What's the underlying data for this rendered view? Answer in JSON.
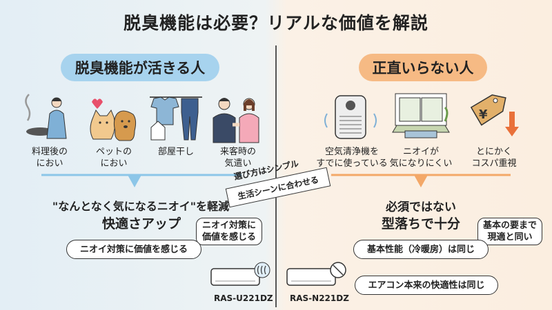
{
  "title": "脱臭機能は必要？リアルな価値を解説",
  "left": {
    "heading": "脱臭機能が活きる人",
    "items": [
      {
        "line1": "料理後の",
        "line2": "におい",
        "icon": "cooking-icon"
      },
      {
        "line1": "ペットの",
        "line2": "におい",
        "icon": "pets-icon"
      },
      {
        "line1": "部屋干し",
        "line2": "",
        "icon": "laundry-icon"
      },
      {
        "line1": "来客時の",
        "line2": "気遣い",
        "icon": "guests-icon"
      }
    ],
    "main_line1": "\"なんとなく気になるニオイ\"を軽減",
    "main_line2": "快適さアップ",
    "bubble_a_1": "ニオイ対策に",
    "bubble_a_2": "価値を感じる",
    "bubble_b": "ニオイ対策に価値を感じる",
    "model": "RAS-U221DZ"
  },
  "center": {
    "ribbon_top": "選び方はシンプル",
    "ribbon_main": "生活シーンに合わせる"
  },
  "right": {
    "heading": "正直いらない人",
    "items": [
      {
        "line1": "空気清浄機を",
        "line2": "すでに使っている",
        "icon": "air-purifier-icon"
      },
      {
        "line1": "ニオイが",
        "line2": "気になりにくい",
        "icon": "room-icon"
      },
      {
        "line1": "とにかく",
        "line2": "コスパ重視",
        "icon": "price-tag-icon"
      }
    ],
    "main_line1": "必須ではない",
    "main_line2": "型落ちで十分",
    "bubble_a_1": "基本の要まで",
    "bubble_a_2": "現適と同い",
    "bubble_b": "基本性能（冷暖房）は同じ",
    "bubble_c": "エアコン本来の快適性は同じ",
    "model": "RAS-N221DZ"
  },
  "colors": {
    "left_accent": "#a7d3ee",
    "right_accent": "#f6ba84",
    "arrow_left": "#8cc6e8",
    "arrow_right": "#f3a868"
  }
}
